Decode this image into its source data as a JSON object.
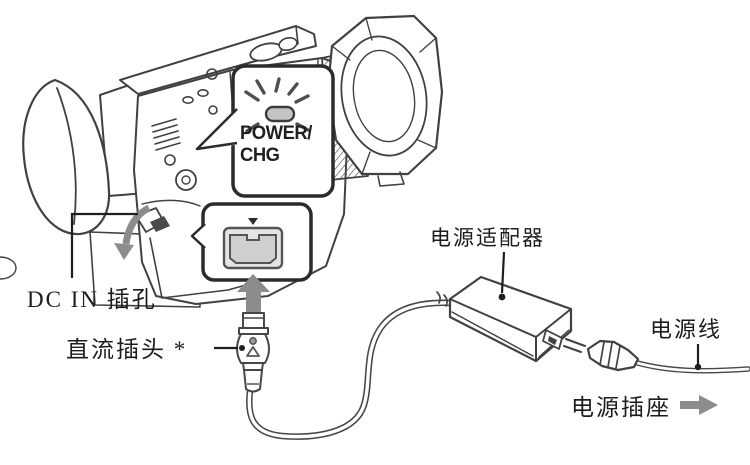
{
  "diagram": {
    "power_lamp_callout": {
      "line1": "POWER/",
      "line2": "CHG"
    },
    "labels": {
      "dc_in_jack": "DC IN 插孔",
      "dc_plug": "直流插头 *",
      "power_adapter": "电源适配器",
      "power_cord": "电源线",
      "wall_outlet": "电源插座"
    },
    "icons": {
      "charge_lamp": "blinking-lamp-icon",
      "jack": "dc-in-jack-icon",
      "orientation_mark": "triangle-down-icon",
      "plug_marks": "circle-and-triangle-mark-icon",
      "up_arrow": "up-arrow-icon",
      "curved_arrow": "curved-open-cover-arrow-icon",
      "right_arrow": "right-arrow-icon"
    },
    "colors": {
      "line_art": "#414141",
      "callout_border": "#2b2b2b",
      "arrow_gray": "#8c8c8c",
      "lamp_fill": "#c4c4c4",
      "jack_fill": "#e4e4e4",
      "jack_inner_fill": "#cfcfcf",
      "background": "#ffffff"
    }
  }
}
